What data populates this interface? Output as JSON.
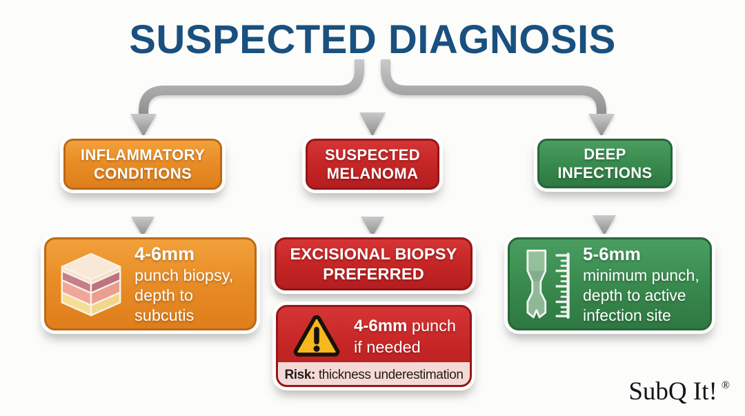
{
  "title": "SUSPECTED DIAGNOSIS",
  "logo": {
    "text": "SubQ It!",
    "registered": "®"
  },
  "colors": {
    "title_blue": "#19507F",
    "orange": "#E88C26",
    "orange_border": "#BC6814",
    "red": "#C62626",
    "red_border": "#951616",
    "green": "#3A8B4F",
    "green_border": "#256638",
    "arrow_gray": "#A7A7A7",
    "risk_strip_bg": "#F3DAD6",
    "warning_yellow": "#F6B81C"
  },
  "branches": [
    {
      "name": "inflammatory-conditions",
      "label_lines": [
        "INFLAMMATORY",
        "CONDITIONS"
      ],
      "detail": {
        "icon": "skin-layers-icon",
        "measure": "4-6mm",
        "lines": [
          "punch biopsy,",
          "depth to",
          "subcutis"
        ]
      }
    },
    {
      "name": "suspected-melanoma",
      "label_lines": [
        "SUSPECTED",
        "MELANOMA"
      ],
      "preferred_lines": [
        "EXCISIONAL BIOPSY",
        "PREFERRED"
      ],
      "warning": {
        "icon": "warning-icon",
        "measure": "4-6mm",
        "measure_rest": " punch",
        "line2": "if needed",
        "risk_label": "Risk:",
        "risk_text": " thickness underestimation"
      }
    },
    {
      "name": "deep-infections",
      "label_lines": [
        "DEEP",
        "INFECTIONS"
      ],
      "detail": {
        "icon": "punch-depth-ruler-icon",
        "measure": "5-6mm",
        "lines": [
          "minimum punch,",
          "depth to active",
          "infection site"
        ]
      }
    }
  ]
}
